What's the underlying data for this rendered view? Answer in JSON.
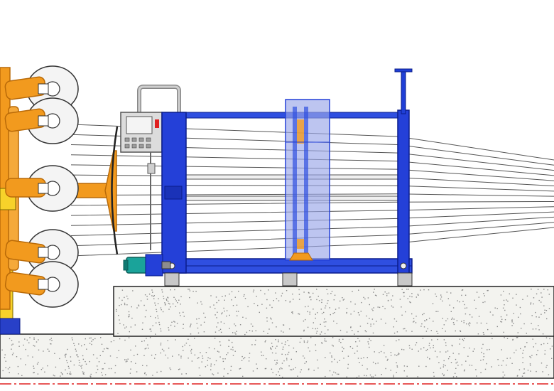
{
  "diagram": {
    "components": [
      "foundation",
      "pay-off-creel",
      "control-panel",
      "guide-frame",
      "moving-carriage",
      "closing-wires",
      "drive-motor",
      "center-line"
    ],
    "bobbin_count": 5,
    "wire_count": 14
  },
  "colors": {
    "background": "#ffffff",
    "concrete": "#f3f3ef",
    "concrete_speck": "#8a8a8a",
    "creel_orange": "#f29a1e",
    "creel_orange_dark": "#b96a08",
    "frame_blue": "#1f3fd6",
    "frame_blue_dark": "#0a1c8a",
    "carriage_fill": "#9aa6e8",
    "wire": "#555555",
    "bobbin": "#f4f4f4",
    "center_line": "#e02020",
    "motor_teal": "#1aa39a",
    "panel_gray": "#dcdcdc"
  },
  "icons": [
    "bobbin-icon",
    "control-panel-icon",
    "motor-icon"
  ]
}
